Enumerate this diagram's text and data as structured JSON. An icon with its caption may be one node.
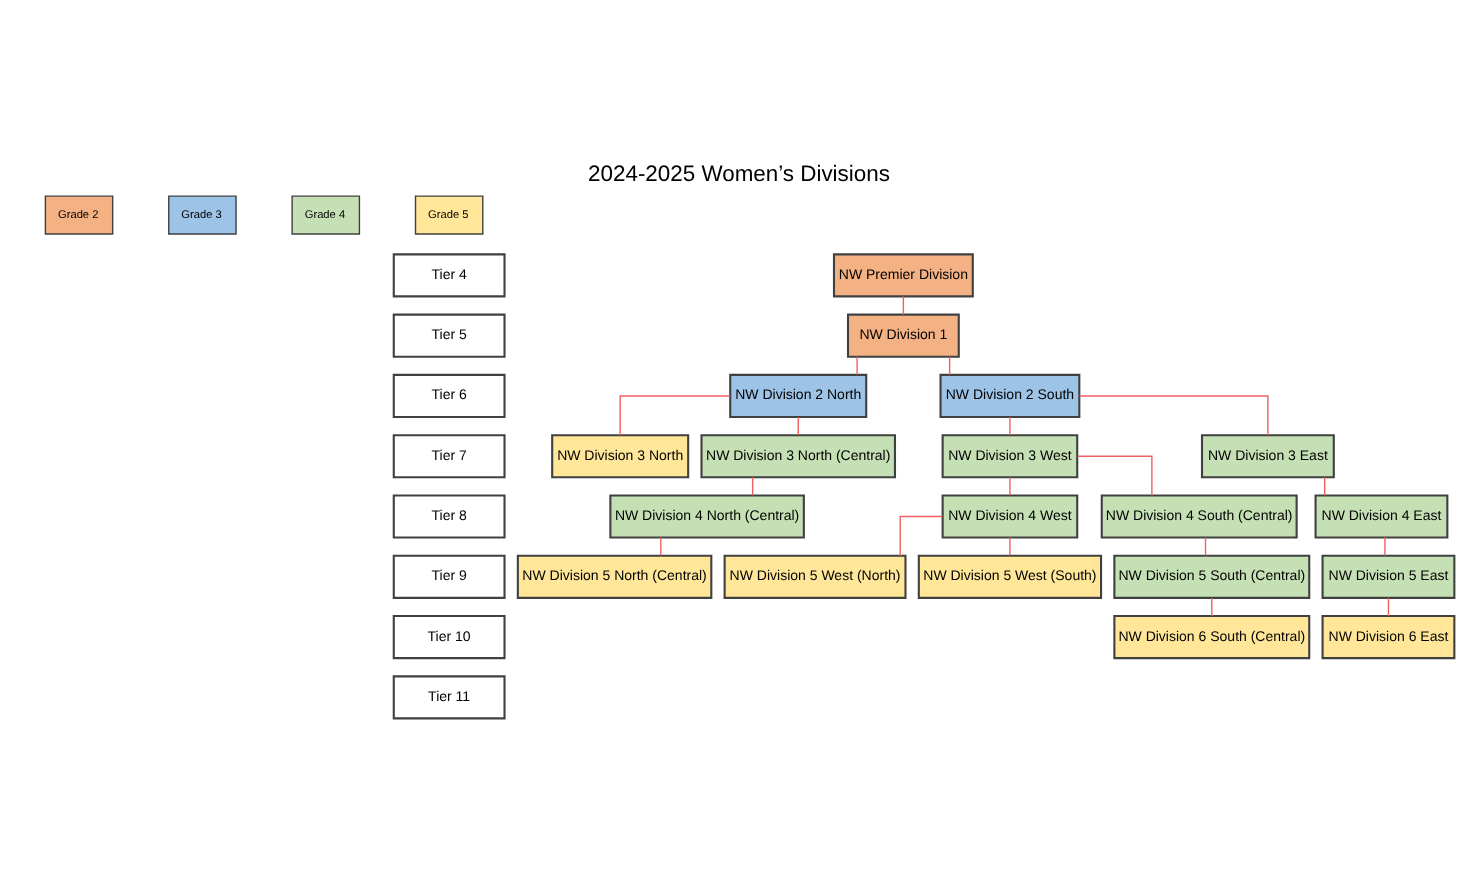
{
  "diagram": {
    "title": "2024-2025 Women’s Divisions",
    "nodes": [
      {
        "text": [
          "Tier 4"
        ]
      },
      {
        "text": [
          "Tier 5"
        ]
      },
      {
        "text": [
          "Tier 6"
        ]
      },
      {
        "text": [
          "Tier 7"
        ]
      },
      {
        "text": [
          "Tier 8"
        ]
      },
      {
        "text": [
          "Tier 9"
        ]
      },
      {
        "text": [
          "Tier 10"
        ]
      },
      {
        "text": [
          "Tier 11"
        ]
      },
      {
        "text": [
          "NW Premier Division"
        ]
      },
      {
        "text": [
          "NW Division 1"
        ]
      },
      {
        "text": [
          "NW Division 2 North"
        ]
      },
      {
        "text": [
          "NW Division 2 South"
        ]
      },
      {
        "text": [
          "NW Division 3 North"
        ]
      },
      {
        "text": [
          "NW Division 3 North (Central)"
        ]
      },
      {
        "text": [
          "NW Division 3 West"
        ]
      },
      {
        "text": [
          "NW Division 3 East"
        ]
      },
      {
        "text": [
          "NW Division 4 North (Central)"
        ]
      },
      {
        "text": [
          "NW Division 4 West"
        ]
      },
      {
        "text": [
          "NW Division 4 South (Central)"
        ]
      },
      {
        "text": [
          "NW Division 4 East"
        ]
      },
      {
        "text": [
          "NW Division 5 North (Central)"
        ]
      },
      {
        "text": [
          "NW Division 5 West (North)"
        ]
      },
      {
        "text": [
          "NW Division 5 West (South)"
        ]
      },
      {
        "text": [
          "NW Division 5 South (Central)"
        ]
      },
      {
        "text": [
          "NW Division 5 East"
        ]
      },
      {
        "text": [
          "NW Division 6 South (Central)"
        ]
      },
      {
        "text": [
          "NW Division 6 East"
        ]
      }
    ],
    "edges": [
      {
        "from": 8,
        "to": 9,
        "arrow": "none"
      },
      {
        "from": 9,
        "to": 10,
        "arrow": "none"
      },
      {
        "from": 9,
        "to": 11,
        "arrow": "none"
      },
      {
        "from": 10,
        "to": 12,
        "arrow": "none"
      },
      {
        "from": 10,
        "to": 13,
        "arrow": "none"
      },
      {
        "from": 11,
        "to": 14,
        "arrow": "none"
      },
      {
        "from": 11,
        "to": 15,
        "arrow": "none"
      },
      {
        "from": 13,
        "to": 16,
        "arrow": "none"
      },
      {
        "from": 14,
        "to": 17,
        "arrow": "none"
      },
      {
        "from": 14,
        "to": 18,
        "arrow": "none"
      },
      {
        "from": 15,
        "to": 19,
        "arrow": "none"
      },
      {
        "from": 16,
        "to": 20,
        "arrow": "none"
      },
      {
        "from": 17,
        "to": 21,
        "arrow": "none"
      },
      {
        "from": 17,
        "to": 22,
        "arrow": "none"
      },
      {
        "from": 18,
        "to": 23,
        "arrow": "none"
      },
      {
        "from": 19,
        "to": 24,
        "arrow": "none"
      },
      {
        "from": 23,
        "to": 25,
        "arrow": "none"
      },
      {
        "from": 24,
        "to": 26,
        "arrow": "none"
      }
    ],
    "legend": [
      {
        "text": "Grade 2",
        "color": "#f4b183"
      },
      {
        "text": "Grade 3",
        "color": "#9dc3e6"
      },
      {
        "text": "Grade 4",
        "color": "#c5e0b4"
      },
      {
        "text": "Grade 5",
        "color": "#ffe699"
      }
    ]
  }
}
